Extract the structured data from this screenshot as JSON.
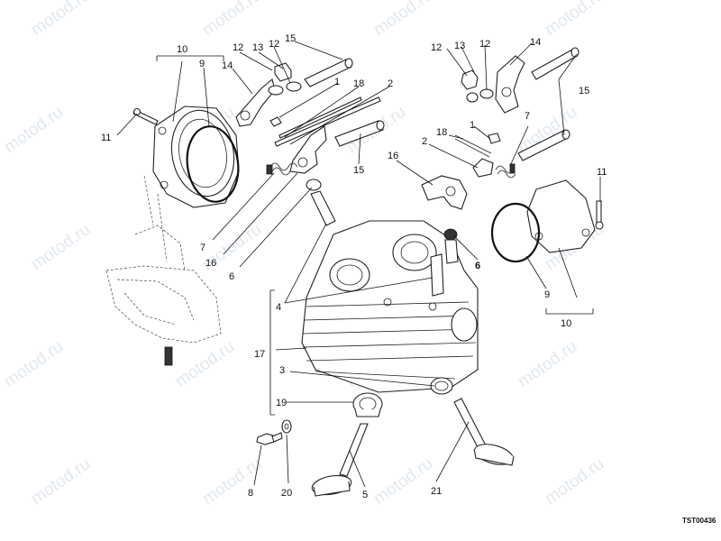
{
  "watermark": "motod.ru",
  "reference_code": "TST00436",
  "labels": {
    "n1a": "1",
    "n1b": "1",
    "n2a": "2",
    "n2b": "2",
    "n3": "3",
    "n4": "4",
    "n5": "5",
    "n6a": "6",
    "n6b": "6",
    "n7a": "7",
    "n7b": "7",
    "n8": "8",
    "n9a": "9",
    "n9b": "9",
    "n10a": "10",
    "n10b": "10",
    "n11a": "11",
    "n11b": "11",
    "n12a": "12",
    "n12b": "12",
    "n12c": "12",
    "n12d": "12",
    "n13a": "13",
    "n13b": "13",
    "n14a": "14",
    "n14b": "14",
    "n15a": "15",
    "n15b": "15",
    "n15c": "15",
    "n16a": "16",
    "n16b": "16",
    "n17": "17",
    "n18a": "18",
    "n18b": "18",
    "n19": "19",
    "n20": "20",
    "n21": "21"
  }
}
